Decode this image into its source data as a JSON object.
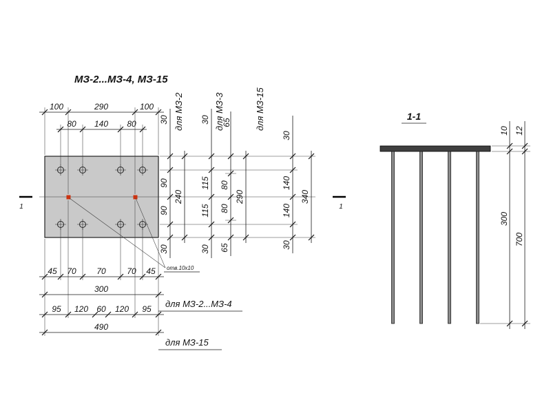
{
  "title": "МЗ-2...МЗ-4, МЗ-15",
  "plan": {
    "top_chain_outer": [
      "100",
      "290",
      "100"
    ],
    "top_chain_inner": [
      "80",
      "140",
      "80"
    ],
    "chains_right": [
      {
        "label": "для МЗ-2",
        "values": [
          "30",
          "90",
          "90",
          "30"
        ],
        "total": "240"
      },
      {
        "label": "для МЗ-3",
        "values": [
          "30",
          "115",
          "115",
          "30"
        ],
        "values2": [
          "65",
          "80",
          "80",
          "65"
        ],
        "total": "290"
      },
      {
        "label": "для МЗ-15",
        "values": [
          "30",
          "140",
          "140",
          "30"
        ],
        "total": "340"
      }
    ],
    "bottom_chain_1": {
      "values": [
        "45",
        "70",
        "70",
        "70",
        "45"
      ],
      "total": "300",
      "label": "для МЗ-2...МЗ-4"
    },
    "bottom_chain_2": {
      "values": [
        "95",
        "120",
        "60",
        "120",
        "95"
      ],
      "total": "490",
      "label": "для МЗ-15"
    },
    "hole_note": "отв.10х10",
    "cut_label": "1"
  },
  "section": {
    "title": "1-1",
    "thickness_dims": [
      "10",
      "12"
    ],
    "length_dims": [
      "300",
      "700"
    ]
  },
  "colors": {
    "plate_fill": "#c9c9c9",
    "marker": "#cc3311"
  }
}
